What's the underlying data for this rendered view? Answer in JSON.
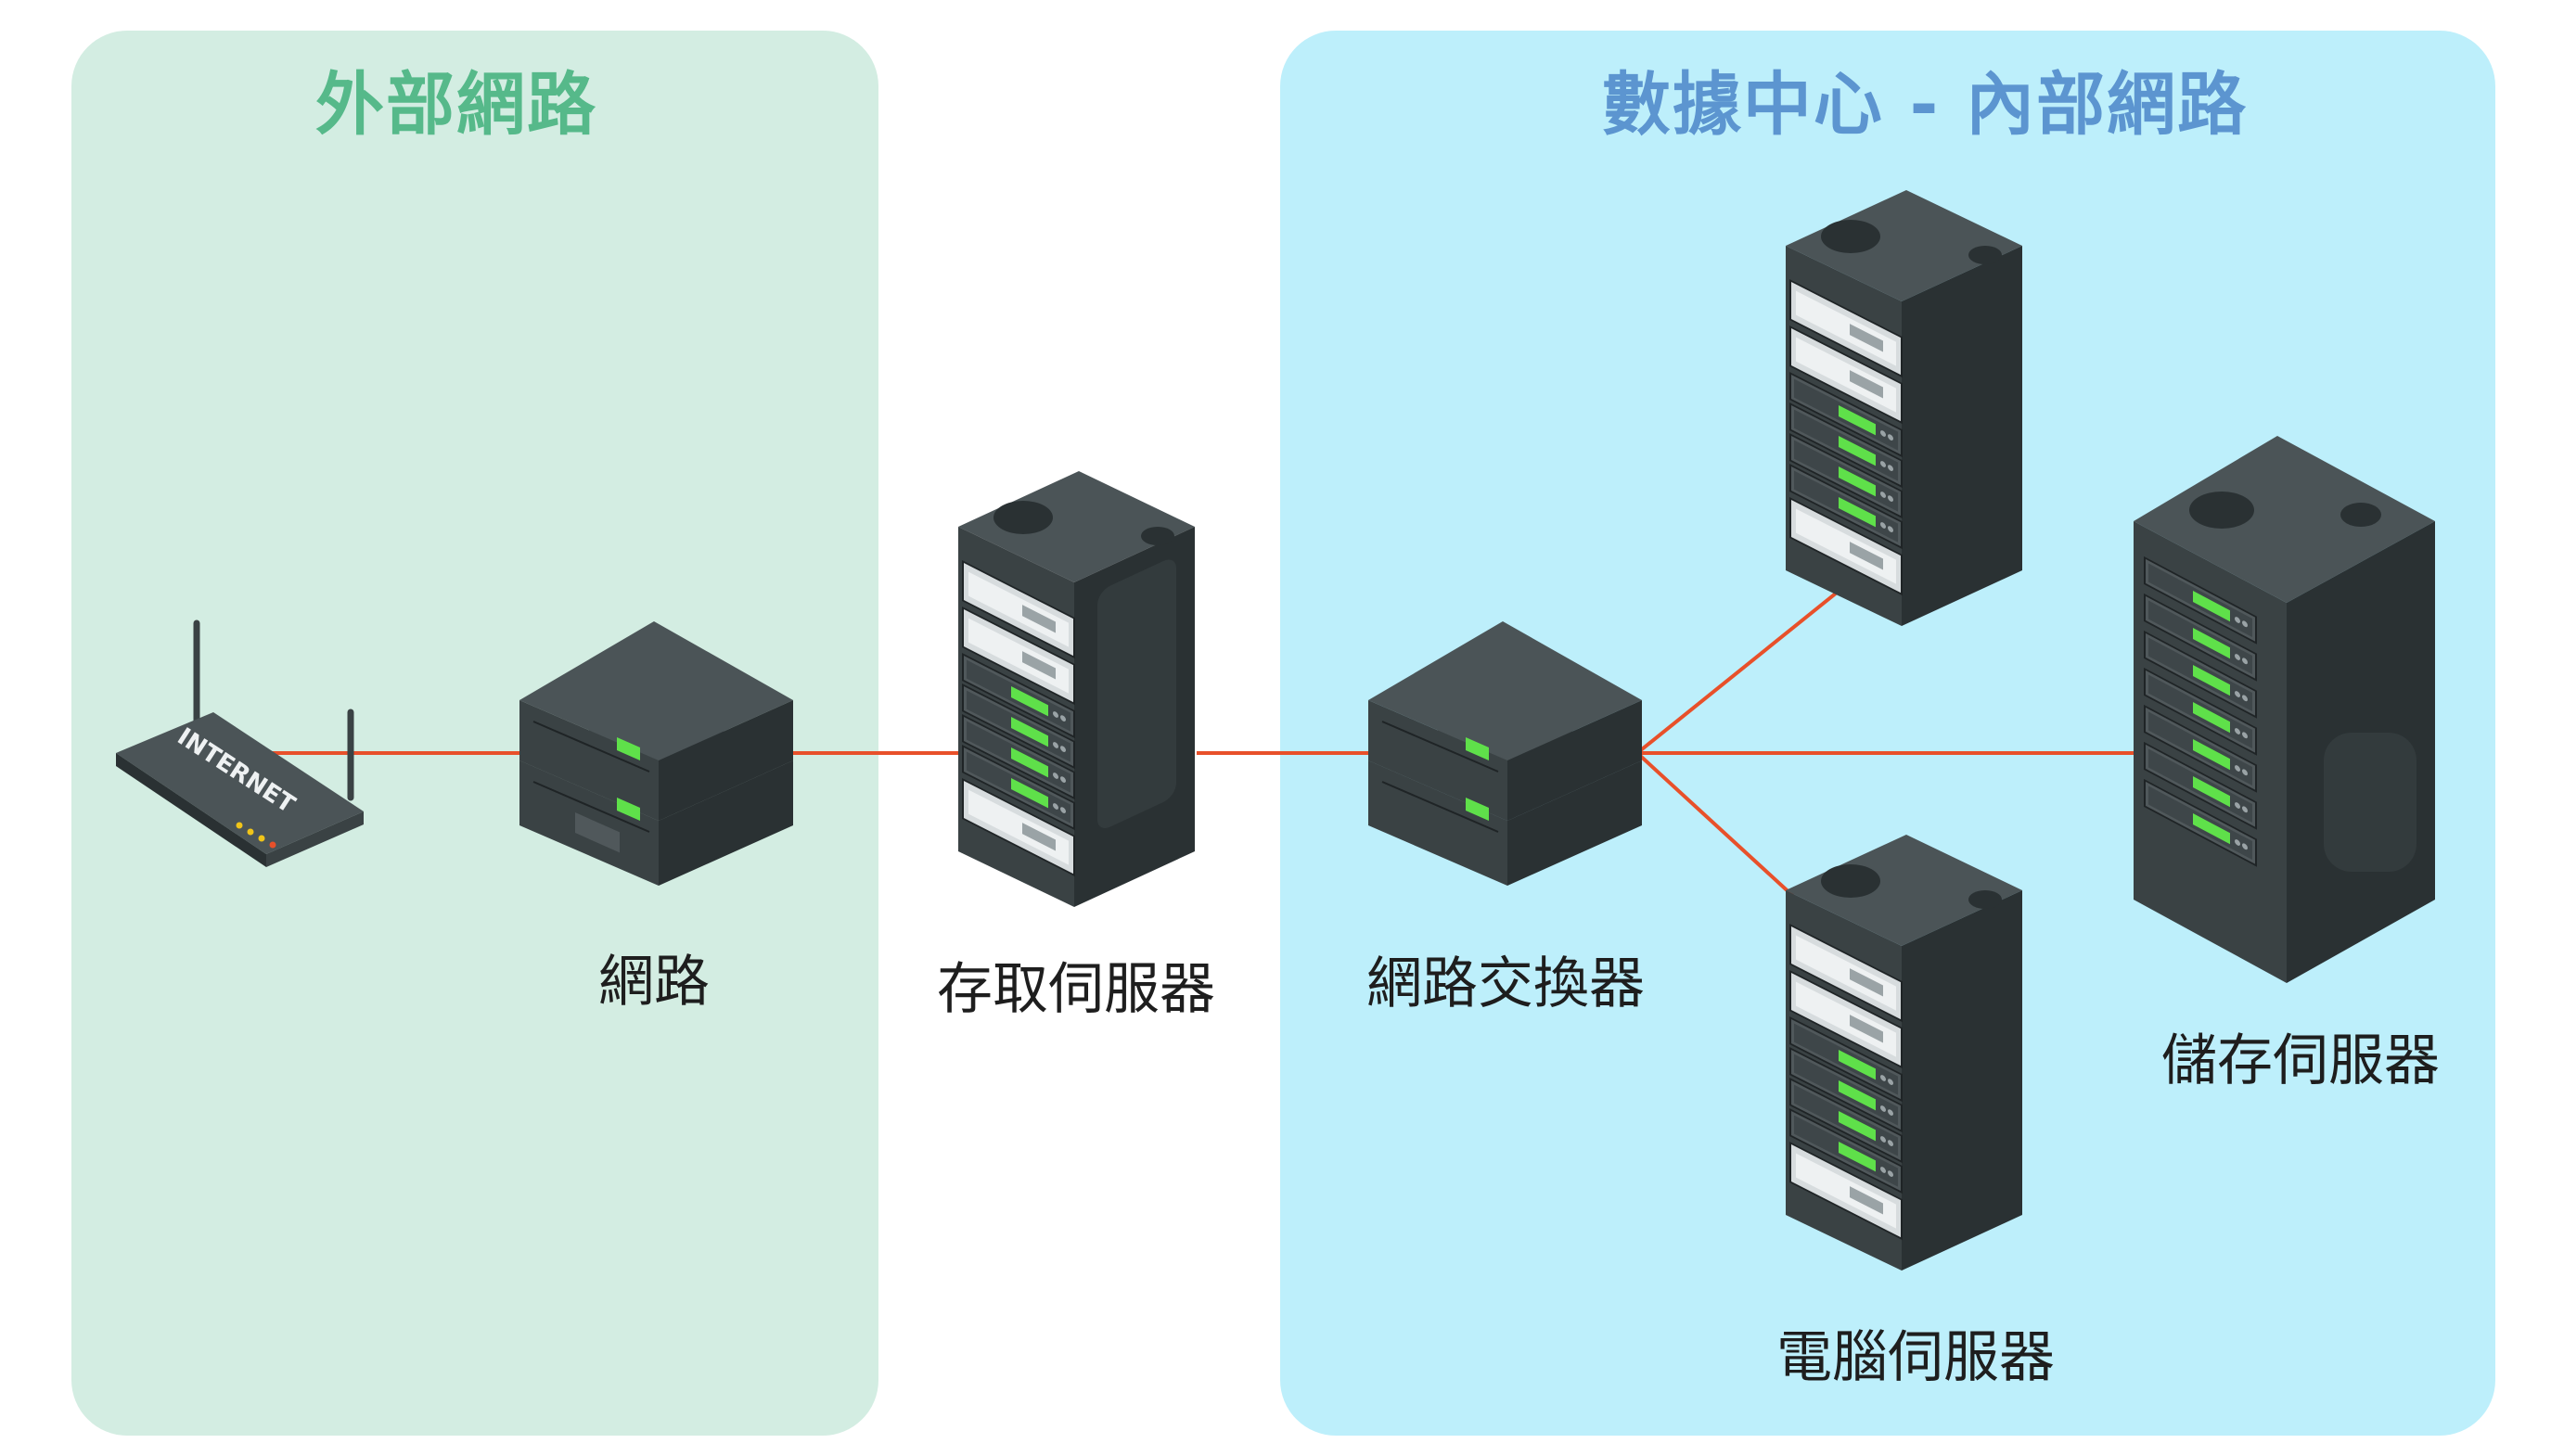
{
  "zones": {
    "external": {
      "title": "外部網路",
      "color": "#56b98a"
    },
    "internal": {
      "title": "數據中心 - 內部網路",
      "color": "#5c95d0"
    }
  },
  "nodes": {
    "router": {
      "device_text": "INTERNET"
    },
    "network": {
      "label": "網路"
    },
    "access_server": {
      "label": "存取伺服器"
    },
    "switch": {
      "label": "網路交換器"
    },
    "computer_server": {
      "label": "電腦伺服器"
    },
    "storage_server": {
      "label": "儲存伺服器"
    }
  },
  "colors": {
    "link": "#e8502a",
    "device_dark": "#3a4244",
    "device_side": "#2a3133",
    "device_top": "#4b5457",
    "led": "#5fe04a"
  }
}
